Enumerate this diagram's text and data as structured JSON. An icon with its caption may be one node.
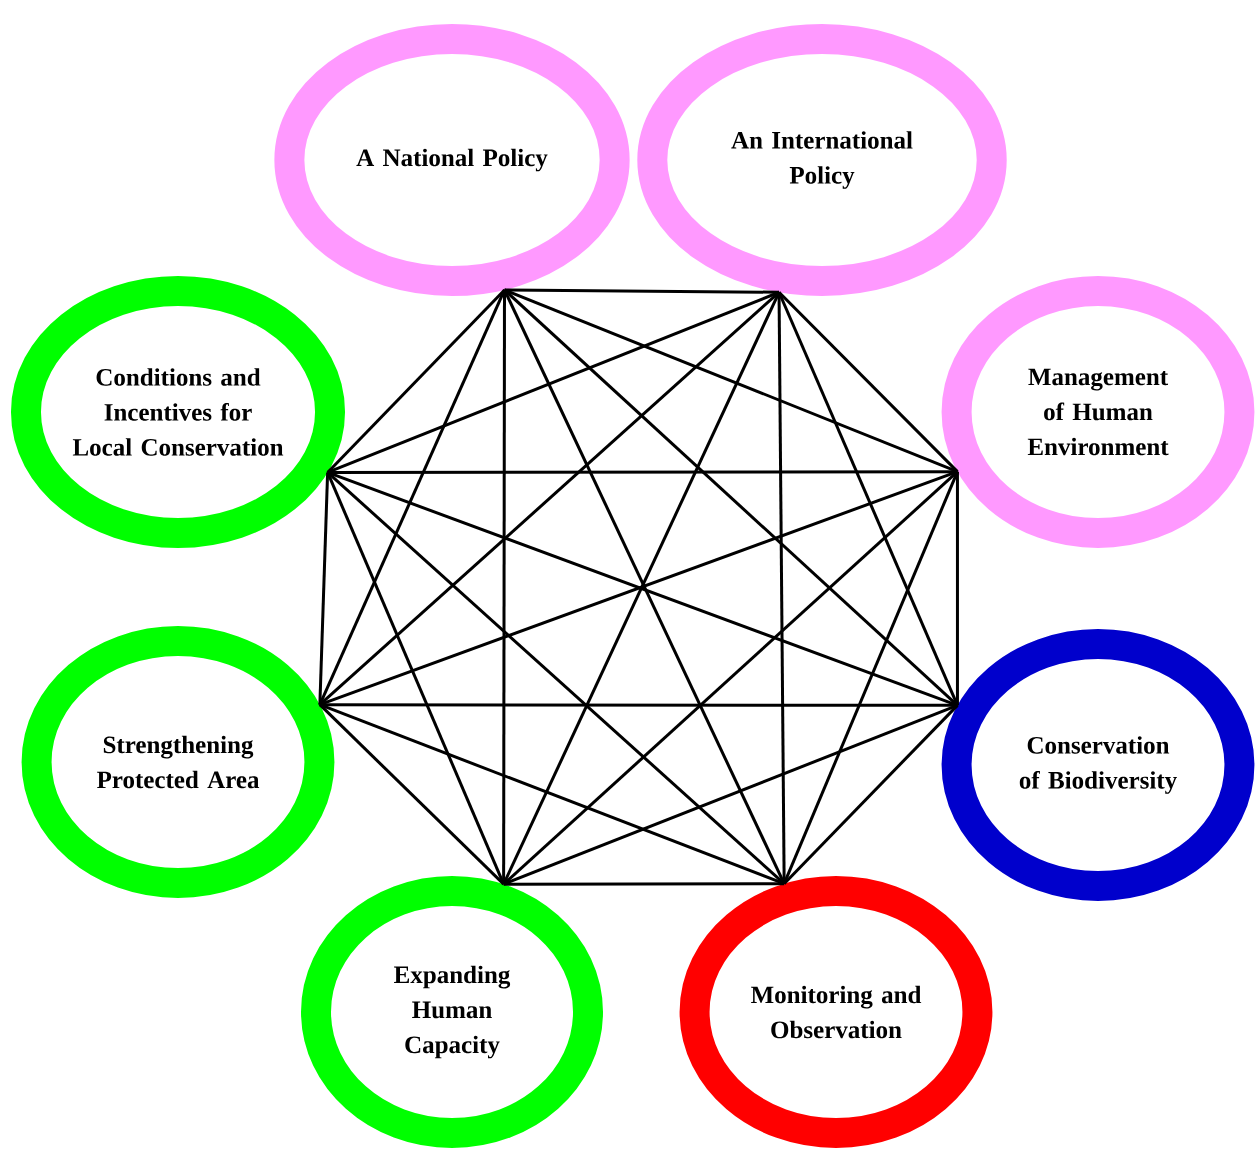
{
  "diagram": {
    "nodes": [
      {
        "text": [
          "A National Policy"
        ]
      },
      {
        "text": [
          "An International Policy"
        ]
      },
      {
        "text": [
          "Management of Human Environment"
        ]
      },
      {
        "text": [
          "Conservation of Biodiversity"
        ]
      },
      {
        "text": [
          "Monitoring and Observation"
        ]
      },
      {
        "text": [
          "Expanding Human Capacity"
        ]
      },
      {
        "text": [
          "Strengthening Protected Area"
        ]
      },
      {
        "text": [
          "Conditions and Incentives for Local Conservation"
        ]
      }
    ],
    "edges": [
      {
        "from": 0,
        "to": 1,
        "arrow": "none"
      },
      {
        "from": 0,
        "to": 2,
        "arrow": "none"
      },
      {
        "from": 0,
        "to": 3,
        "arrow": "none"
      },
      {
        "from": 0,
        "to": 4,
        "arrow": "none"
      },
      {
        "from": 0,
        "to": 5,
        "arrow": "none"
      },
      {
        "from": 0,
        "to": 6,
        "arrow": "none"
      },
      {
        "from": 0,
        "to": 7,
        "arrow": "none"
      },
      {
        "from": 1,
        "to": 2,
        "arrow": "none"
      },
      {
        "from": 1,
        "to": 3,
        "arrow": "none"
      },
      {
        "from": 1,
        "to": 4,
        "arrow": "none"
      },
      {
        "from": 1,
        "to": 5,
        "arrow": "none"
      },
      {
        "from": 1,
        "to": 6,
        "arrow": "none"
      },
      {
        "from": 1,
        "to": 7,
        "arrow": "none"
      },
      {
        "from": 2,
        "to": 3,
        "arrow": "none"
      },
      {
        "from": 2,
        "to": 4,
        "arrow": "none"
      },
      {
        "from": 2,
        "to": 5,
        "arrow": "none"
      },
      {
        "from": 2,
        "to": 6,
        "arrow": "none"
      },
      {
        "from": 2,
        "to": 7,
        "arrow": "none"
      },
      {
        "from": 3,
        "to": 4,
        "arrow": "none"
      },
      {
        "from": 3,
        "to": 5,
        "arrow": "none"
      },
      {
        "from": 3,
        "to": 6,
        "arrow": "none"
      },
      {
        "from": 3,
        "to": 7,
        "arrow": "none"
      },
      {
        "from": 4,
        "to": 5,
        "arrow": "none"
      },
      {
        "from": 4,
        "to": 6,
        "arrow": "none"
      },
      {
        "from": 4,
        "to": 7,
        "arrow": "none"
      },
      {
        "from": 5,
        "to": 6,
        "arrow": "none"
      },
      {
        "from": 5,
        "to": 7,
        "arrow": "none"
      },
      {
        "from": 6,
        "to": 7,
        "arrow": "none"
      }
    ]
  }
}
